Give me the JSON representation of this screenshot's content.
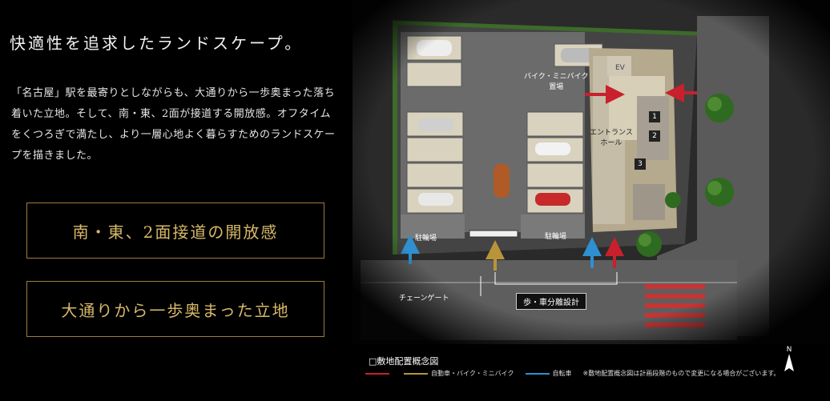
{
  "heading": "快適性を追求したランドスケープ。",
  "body": "「名古屋」駅を最寄りとしながらも、大通りから一歩奥まった落ち着いた立地。そして、南・東、2面が接道する開放感。オフタイムをくつろぎで満たし、より一層心地よく暮らすためのランドスケープを描きました。",
  "features": [
    "南・東、2面接道の開放感",
    "大通りから一歩奥まった立地"
  ],
  "map": {
    "labels": {
      "bike_parking": "バイク・ミニバイク\n置場",
      "entrance": "エントランス\nホール",
      "bicycle_left": "駐輪場",
      "bicycle_right": "駐輪場",
      "chain_gate": "チェーンゲート",
      "separation": "歩・車分離設計",
      "ev": "EV"
    },
    "units": [
      "1",
      "2",
      "3"
    ],
    "colors": {
      "pedestrian": "#c8202c",
      "car_bike": "#b8943a",
      "bicycle": "#2f8fd0",
      "accent_gold": "#d8b968"
    }
  },
  "legend": {
    "title": "□敷地配置概念図",
    "items": [
      {
        "label": "",
        "color": "#c8202c"
      },
      {
        "label": "自動車・バイク・ミニバイク",
        "color": "#b8943a"
      },
      {
        "label": "自転車",
        "color": "#2f8fd0"
      }
    ],
    "note": "※敷地配置概念図は計画段階のもので変更になる場合がございます。"
  },
  "north": "N"
}
